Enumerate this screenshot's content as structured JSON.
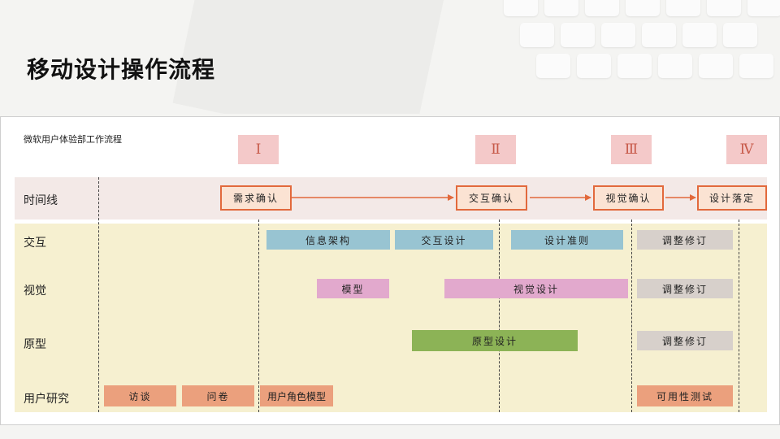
{
  "page_title": "移动设计操作流程",
  "diagram": {
    "title": "微软用户体验部工作流程",
    "phases": [
      "Ⅰ",
      "Ⅱ",
      "Ⅲ",
      "Ⅳ"
    ],
    "rows": {
      "timeline": "时间线",
      "interaction": "交互",
      "visual": "视觉",
      "prototype": "原型",
      "research": "用户研究"
    },
    "milestones": [
      "需求确认",
      "交互确认",
      "视觉确认",
      "设计落定"
    ],
    "interaction_bars": [
      "信息架构",
      "交互设计",
      "设计准则",
      "调整修订"
    ],
    "visual_bars": [
      "模型",
      "视觉设计",
      "调整修订"
    ],
    "prototype_bars": [
      "原型设计",
      "调整修订"
    ],
    "research_bars": [
      "访谈",
      "问卷",
      "用户角色模型",
      "可用性测试"
    ],
    "colors": {
      "milestone_border": "#e2693c",
      "milestone_fill": "#fbe3d3",
      "phase_fill": "#f4c9c9",
      "interaction": "#98c4d2",
      "visual": "#e2a9cd",
      "prototype": "#8cb356",
      "revision": "#d7d0cb",
      "research": "#eba07d",
      "timeline_band": "#f3e9e7",
      "work_band": "#f6f0d0"
    }
  }
}
